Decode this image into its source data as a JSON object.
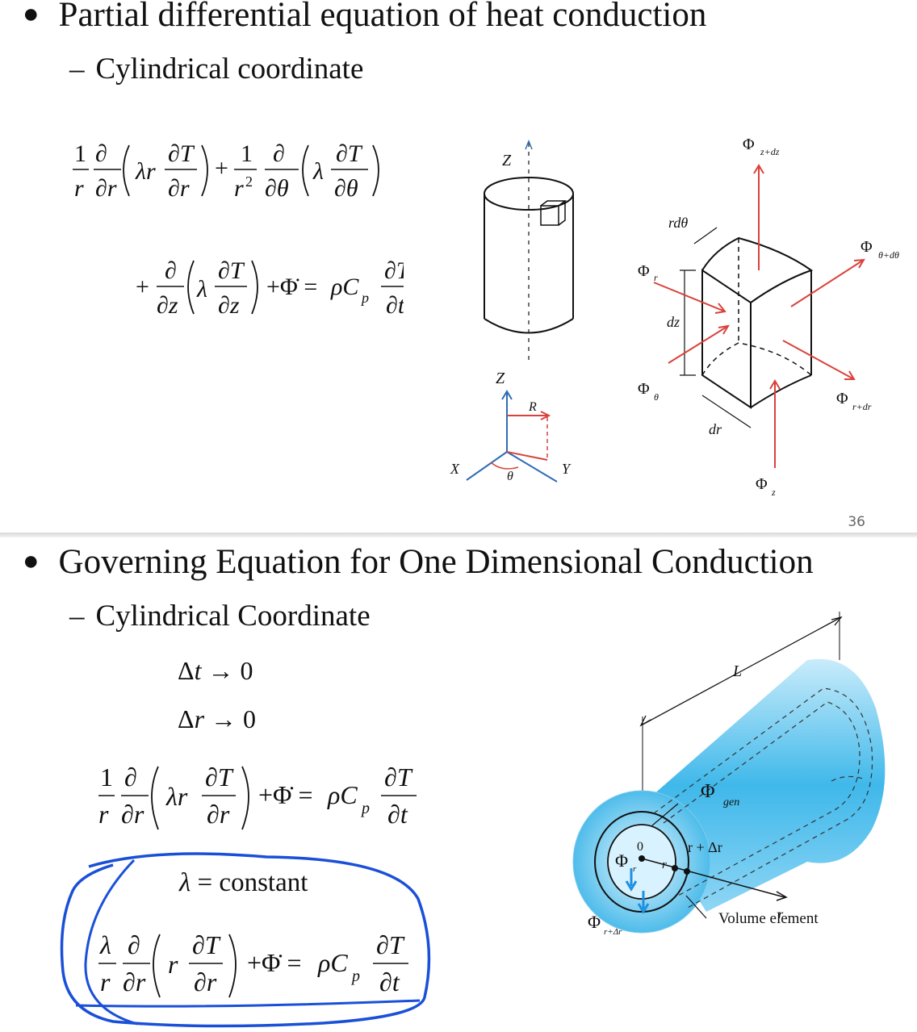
{
  "slide1": {
    "bullet": "Partial differential equation of heat conduction",
    "sub_bullet": "Cylindrical coordinate",
    "page_number": "36",
    "figure_labels": {
      "cyl_z_top": "Z",
      "axes_z": "Z",
      "axes_x": "X",
      "axes_y": "Y",
      "axes_R": "R",
      "axes_theta": "θ",
      "rdtheta": "rdθ",
      "dz": "dz",
      "dr": "dr",
      "phi_z_dz": "z+dz",
      "phi_theta_dtheta": "θ+dθ",
      "phi_r": "r",
      "phi_theta": "θ",
      "phi_r_dr": "r+dr",
      "phi_z": "z",
      "phi": "Φ"
    }
  },
  "slide2": {
    "bullet": "Governing Equation for One Dimensional Conduction",
    "sub_bullet": "Cylindrical Coordinate",
    "lambda_constant": "constant",
    "figure_labels": {
      "L": "L",
      "gen": "gen",
      "zero": "0",
      "r_plus_dr": "r + Δr",
      "r_inner": "r",
      "r_axis": "r",
      "phi": "Φ",
      "phi_r_sub": "r",
      "phi_rdr_sub": "r+Δr",
      "volume_element": "Volume element"
    }
  },
  "colors": {
    "arrow_red": "#d9423a",
    "axis_blue": "#2e6db4",
    "cylinder_blue": "#3fb8ea",
    "annotation_blue": "#1a4fd8"
  }
}
